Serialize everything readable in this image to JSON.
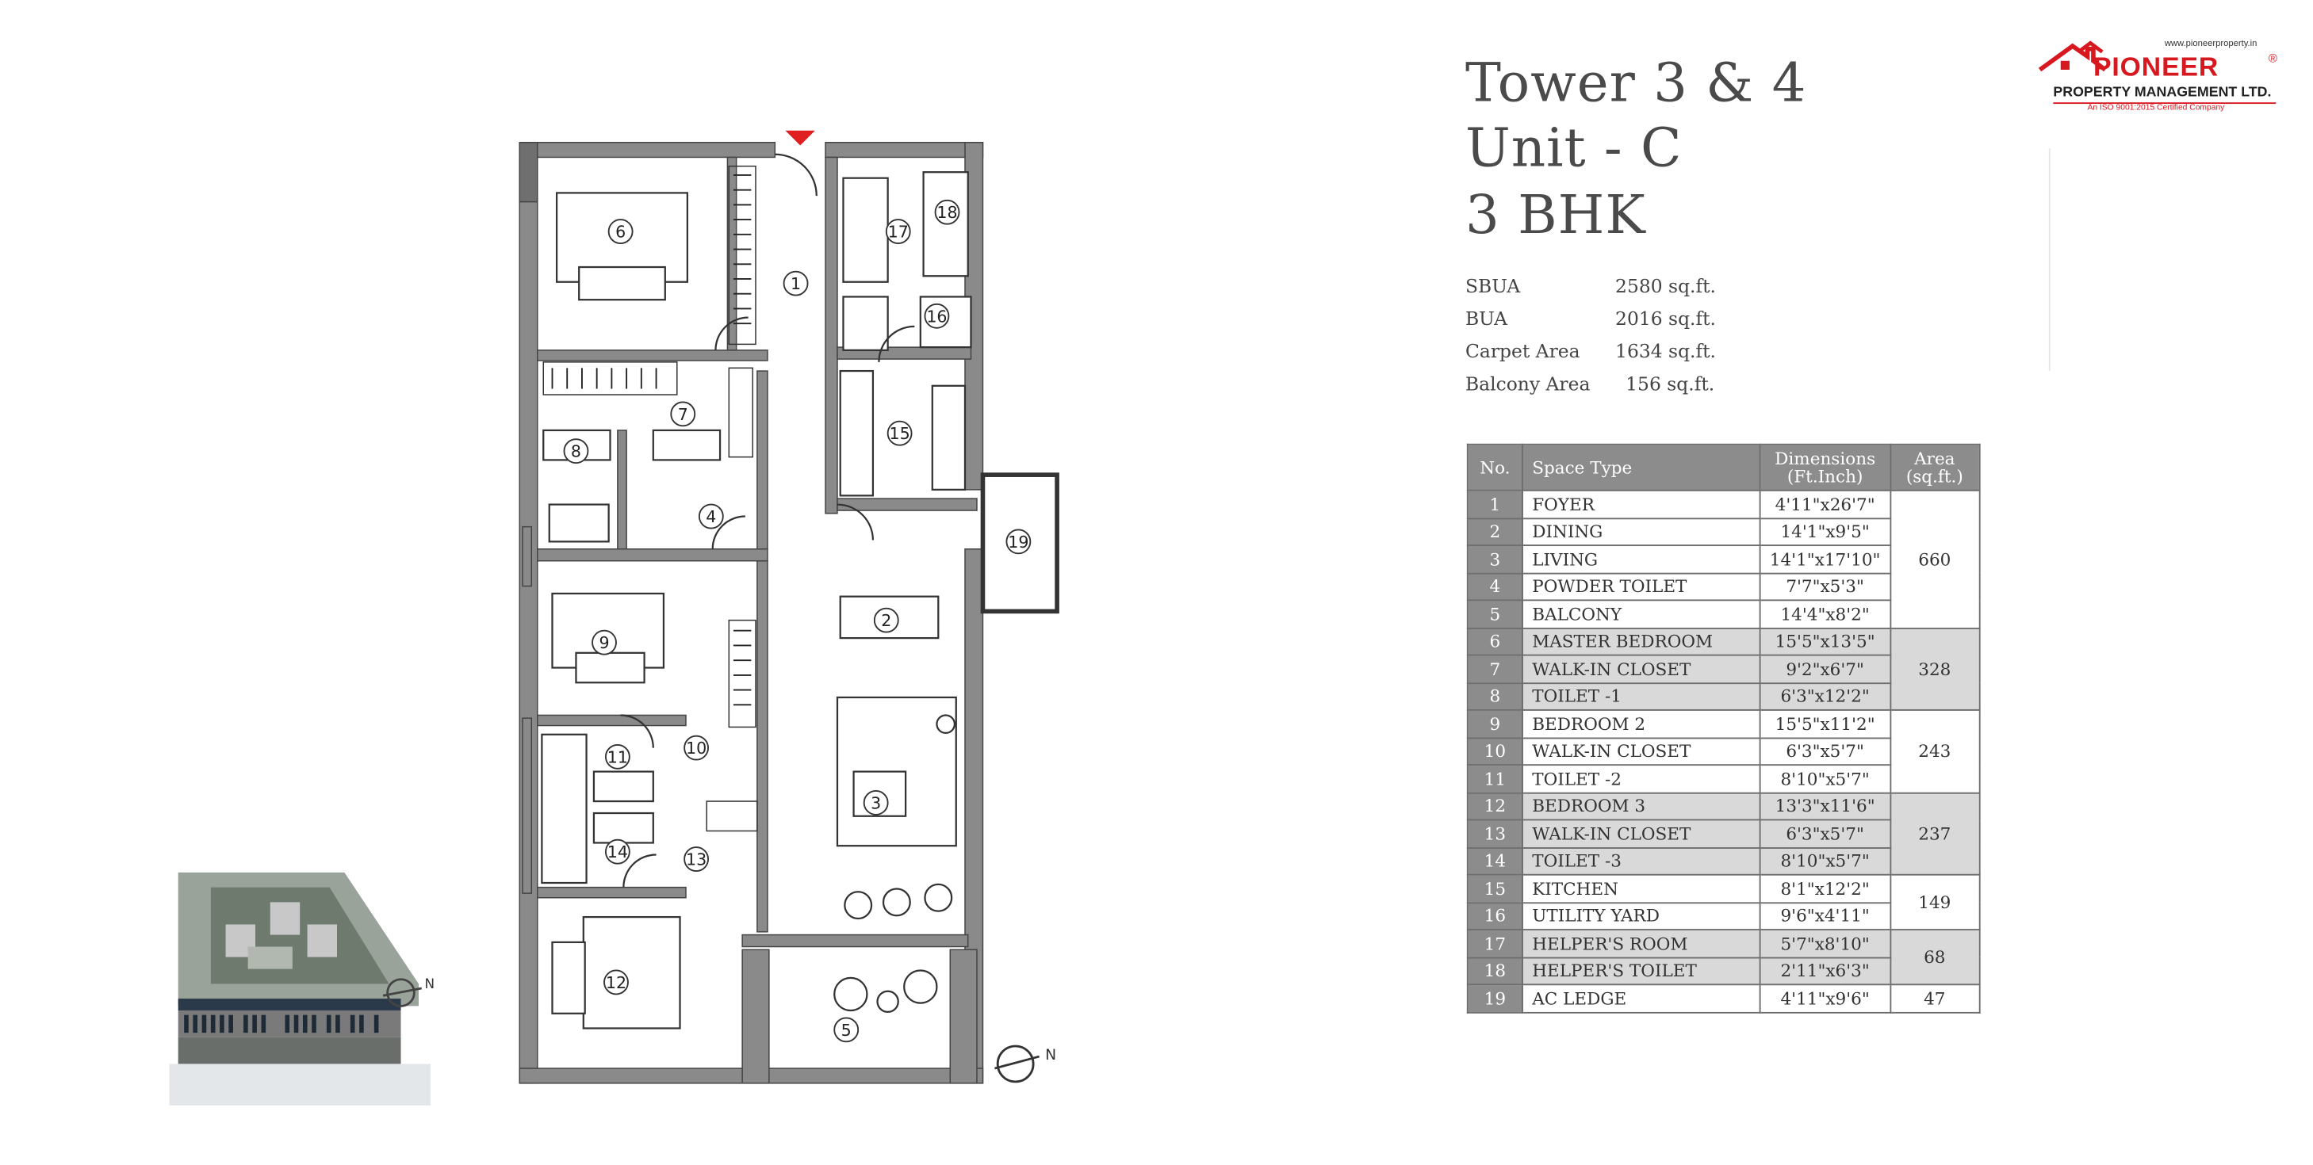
{
  "heading": {
    "line1": "Tower 3 & 4",
    "line2": "Unit - C",
    "line3": "3 BHK"
  },
  "areas": [
    {
      "label": "SBUA",
      "value": "2580 sq.ft."
    },
    {
      "label": "BUA",
      "value": "2016 sq.ft."
    },
    {
      "label": "Carpet Area",
      "value": "1634 sq.ft."
    },
    {
      "label": "Balcony Area",
      "value": "156 sq.ft."
    }
  ],
  "table": {
    "headers": {
      "no": "No.",
      "type": "Space Type",
      "dim1": "Dimensions",
      "dim2": "(Ft.Inch)",
      "area1": "Area",
      "area2": "(sq.ft.)"
    },
    "rows": [
      {
        "no": "1",
        "type": "FOYER",
        "dim": "4'11\"x26'7\""
      },
      {
        "no": "2",
        "type": "DINING",
        "dim": "14'1\"x9'5\""
      },
      {
        "no": "3",
        "type": "LIVING",
        "dim": "14'1\"x17'10\""
      },
      {
        "no": "4",
        "type": "POWDER TOILET",
        "dim": "7'7\"x5'3\""
      },
      {
        "no": "5",
        "type": "BALCONY",
        "dim": "14'4\"x8'2\""
      },
      {
        "no": "6",
        "type": "MASTER BEDROOM",
        "dim": "15'5\"x13'5\""
      },
      {
        "no": "7",
        "type": "WALK-IN CLOSET",
        "dim": "9'2\"x6'7\""
      },
      {
        "no": "8",
        "type": "TOILET -1",
        "dim": "6'3\"x12'2\""
      },
      {
        "no": "9",
        "type": "BEDROOM 2",
        "dim": "15'5\"x11'2\""
      },
      {
        "no": "10",
        "type": "WALK-IN CLOSET",
        "dim": "6'3\"x5'7\""
      },
      {
        "no": "11",
        "type": "TOILET -2",
        "dim": "8'10\"x5'7\""
      },
      {
        "no": "12",
        "type": "BEDROOM 3",
        "dim": "13'3\"x11'6\""
      },
      {
        "no": "13",
        "type": "WALK-IN CLOSET",
        "dim": "6'3\"x5'7\""
      },
      {
        "no": "14",
        "type": "TOILET -3",
        "dim": "8'10\"x5'7\""
      },
      {
        "no": "15",
        "type": "KITCHEN",
        "dim": "8'1\"x12'2\""
      },
      {
        "no": "16",
        "type": "UTILITY YARD",
        "dim": "9'6\"x4'11\""
      },
      {
        "no": "17",
        "type": "HELPER'S ROOM",
        "dim": "5'7\"x8'10\""
      },
      {
        "no": "18",
        "type": "HELPER'S TOILET",
        "dim": "2'11\"x6'3\""
      },
      {
        "no": "19",
        "type": "AC LEDGE",
        "dim": "4'11\"x9'6\""
      }
    ],
    "area_groups": [
      "660",
      "328",
      "243",
      "237",
      "149",
      "68",
      "47"
    ]
  },
  "logo": {
    "url": "www.pioneerproperty.in",
    "name": "PIONEER",
    "registered": "®",
    "sub": "PROPERTY MANAGEMENT LTD.",
    "iso": "An ISO 9001:2015 Certified Company"
  },
  "plan": {
    "labels": [
      "1",
      "2",
      "3",
      "4",
      "5",
      "6",
      "7",
      "8",
      "9",
      "10",
      "11",
      "12",
      "13",
      "14",
      "15",
      "16",
      "17",
      "18",
      "19"
    ],
    "north": "N",
    "site_north": "N"
  },
  "colors": {
    "wall": "#8a8a8a",
    "header": "#8c8c8c",
    "shade": "#d9d9d9",
    "logo_red": "#d7191f",
    "entry_marker": "#e02020"
  }
}
